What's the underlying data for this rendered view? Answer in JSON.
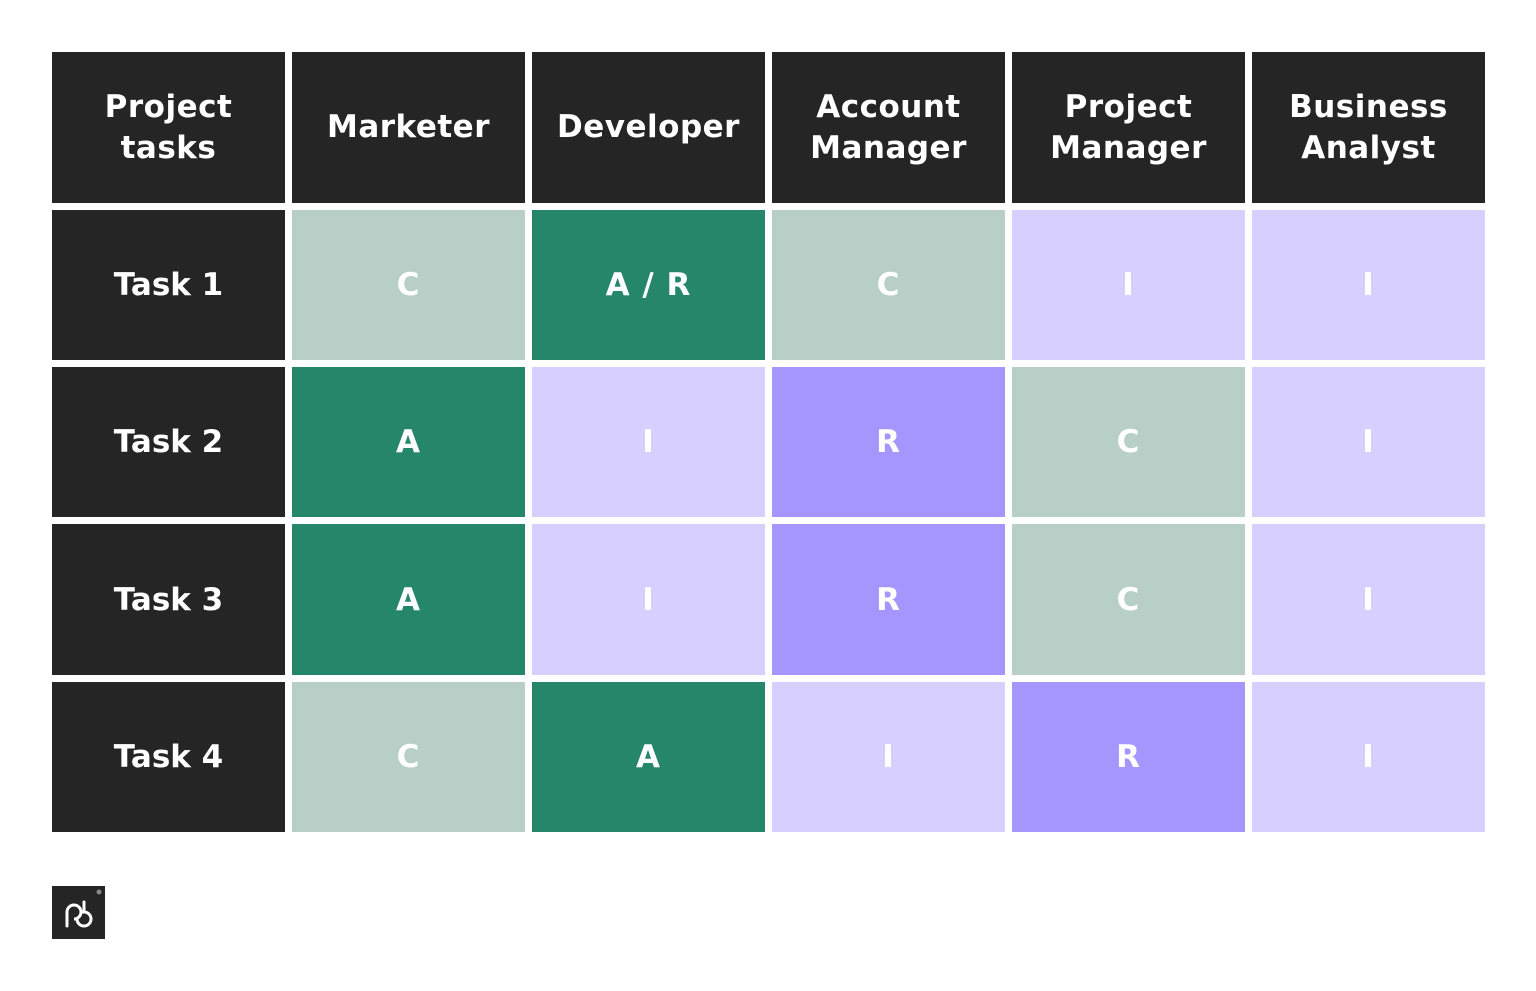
{
  "matrix": {
    "corner_label": "Project tasks",
    "roles": [
      "Marketer",
      "Developer",
      "Account Manager",
      "Project Manager",
      "Business Analyst"
    ],
    "rows": [
      {
        "task": "Task 1",
        "values": [
          "C",
          "A / R",
          "C",
          "I",
          "I"
        ]
      },
      {
        "task": "Task 2",
        "values": [
          "A",
          "I",
          "R",
          "C",
          "I"
        ]
      },
      {
        "task": "Task 3",
        "values": [
          "A",
          "I",
          "R",
          "C",
          "I"
        ]
      },
      {
        "task": "Task 4",
        "values": [
          "C",
          "A",
          "I",
          "R",
          "I"
        ]
      }
    ]
  },
  "colors": {
    "header_bg": "#252525",
    "A": "#258669",
    "A / R": "#258669",
    "C": "#b8cfc7",
    "R": "#a496fd",
    "I": "#d7d0fe"
  },
  "logo": {
    "icon": "pd-logo-icon"
  }
}
